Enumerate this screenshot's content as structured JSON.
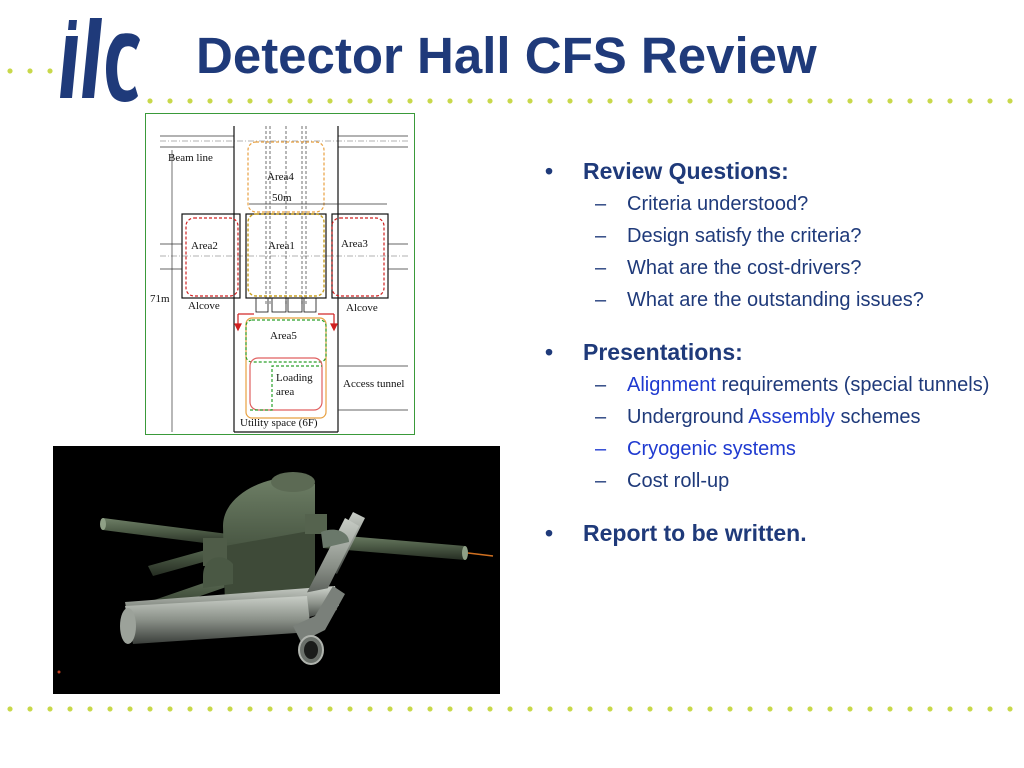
{
  "slide": {
    "title": "Detector Hall CFS Review",
    "logo_text": "ilc"
  },
  "diagram": {
    "beam_line": "Beam line",
    "area4": "Area4",
    "width": "50m",
    "area2": "Area2",
    "area1": "Area1",
    "area3": "Area3",
    "height": "71m",
    "alcove_left": "Alcove",
    "alcove_right": "Alcove",
    "area5": "Area5",
    "loading_line1": "Loading",
    "loading_line2": "area",
    "access_tunnel": "Access tunnel",
    "utility_space": "Utility space (6F)"
  },
  "bullets": {
    "marker": "•",
    "sub_marker": "–",
    "review": {
      "heading": "Review Questions:",
      "items": [
        "Criteria understood?",
        "Design satisfy the criteria?",
        "What are the cost-drivers?",
        "What are the outstanding issues?"
      ]
    },
    "presentations": {
      "heading": "Presentations:",
      "alignment_link": "Alignment",
      "alignment_rest": " requirements (special tunnels)",
      "assembly_pre": "Underground ",
      "assembly_link": "Assembly",
      "assembly_post": " schemes",
      "cryogenic_link": "Cryogenic systems",
      "cost": "Cost roll-up"
    },
    "report": "Report to be written."
  },
  "colors": {
    "title": "#1f3a7a",
    "link": "#1f3ad0",
    "dots": "#c8d84a",
    "render_bg": "#000000"
  }
}
